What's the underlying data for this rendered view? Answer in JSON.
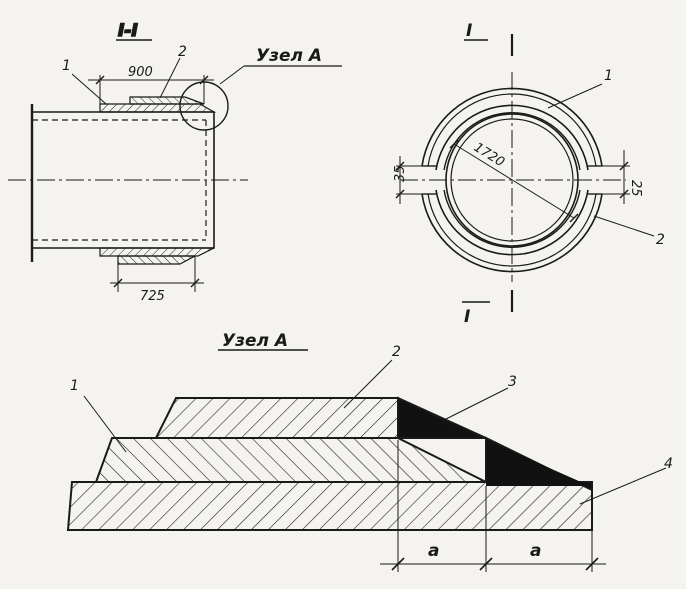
{
  "section_view": {
    "title": "I-I",
    "callouts": [
      "1",
      "2"
    ],
    "dim_top": "900",
    "dim_bottom": "725",
    "node_label": "Узел А"
  },
  "end_view": {
    "section_mark_top": "I",
    "section_mark_bottom": "I",
    "callouts": [
      "1",
      "2"
    ],
    "dim_diameter": "1720",
    "dim_gap_left": "35",
    "dim_gap_right": "25"
  },
  "detail_view": {
    "title": "Узел А",
    "callouts": [
      "1",
      "2",
      "3",
      "4"
    ],
    "dim_a1": "a",
    "dim_a2": "a"
  }
}
